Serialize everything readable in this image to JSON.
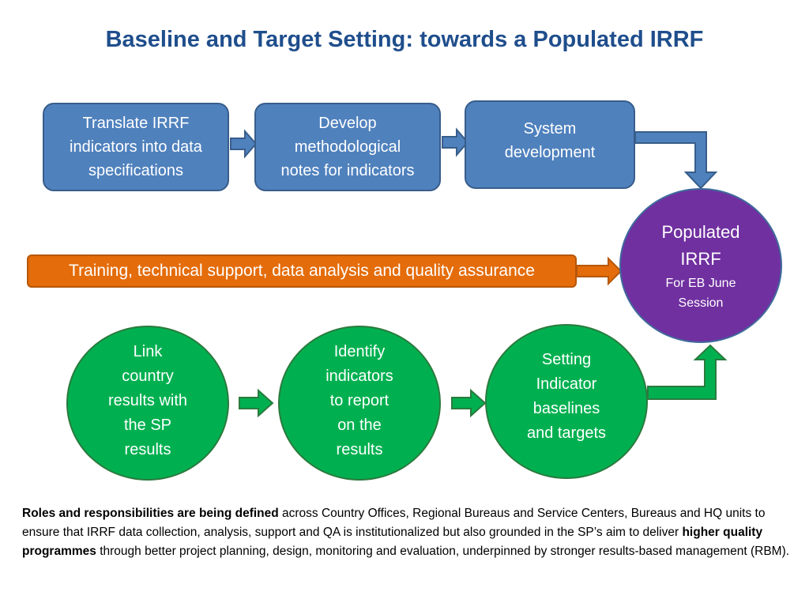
{
  "title": "Baseline and Target Setting: towards a Populated IRRF",
  "top_row": [
    {
      "lines": [
        "Translate IRRF",
        "indicators into data",
        "specifications"
      ]
    },
    {
      "lines": [
        "Develop",
        "methodological",
        "notes for indicators"
      ]
    },
    {
      "lines": [
        "System",
        "development"
      ]
    }
  ],
  "support_bar": "Training, technical support, data analysis and quality assurance",
  "outcome": {
    "main_lines": [
      "Populated",
      "IRRF"
    ],
    "sub_lines": [
      "For EB June",
      "Session"
    ]
  },
  "bottom_row": [
    {
      "lines": [
        "Link",
        "country",
        "results with",
        "the SP",
        "results"
      ]
    },
    {
      "lines": [
        "Identify",
        "indicators",
        "to report",
        "on the",
        "results"
      ]
    },
    {
      "lines": [
        "Setting",
        "Indicator",
        "baselines",
        "and targets"
      ]
    }
  ],
  "footer": {
    "bold1": "Roles and responsibilities are being defined",
    "text1": " across Country Offices, Regional Bureaus and Service Centers, Bureaus and HQ units to ensure that IRRF data collection, analysis, support and QA is institutionalized but also grounded in the SP’s aim to deliver ",
    "bold2": "higher quality programmes",
    "text2": " through better project planning, design, monitoring and evaluation, underpinned by stronger results-based management (RBM)."
  },
  "colors": {
    "title": "#1f4e8c",
    "blue_box": "#4f81bd",
    "orange_bar": "#e46c0a",
    "green_circle": "#00b050",
    "purple_circle": "#7030a0"
  }
}
